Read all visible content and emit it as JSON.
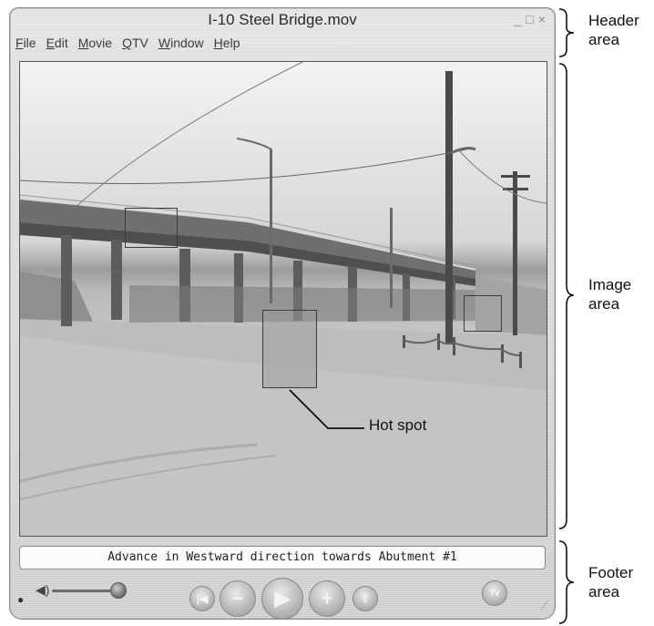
{
  "window": {
    "title": "I-10 Steel Bridge.mov",
    "controls": [
      "_",
      "□",
      "×"
    ]
  },
  "menu": {
    "items": [
      {
        "accel": "F",
        "rest": "ile"
      },
      {
        "accel": "E",
        "rest": "dit"
      },
      {
        "accel": "M",
        "rest": "ovie"
      },
      {
        "accel": "Q",
        "rest": "TV"
      },
      {
        "accel": "W",
        "rest": "indow"
      },
      {
        "accel": "H",
        "rest": "elp"
      }
    ]
  },
  "status": {
    "text": "Advance in Westward direction towards Abutment #1"
  },
  "controls": {
    "prev": "|◀",
    "minus": "−",
    "play": "▶",
    "plus": "+",
    "up": "⇧",
    "tv": "TV"
  },
  "annotations": {
    "header": {
      "line1": "Header",
      "line2": "area"
    },
    "image": {
      "line1": "Image",
      "line2": "area"
    },
    "footer": {
      "line1": "Footer",
      "line2": "area"
    },
    "hotspot": "Hot spot"
  },
  "icons": {
    "volume": "volume-icon",
    "apple": "apple-icon",
    "resize": "resize-grip-icon"
  }
}
